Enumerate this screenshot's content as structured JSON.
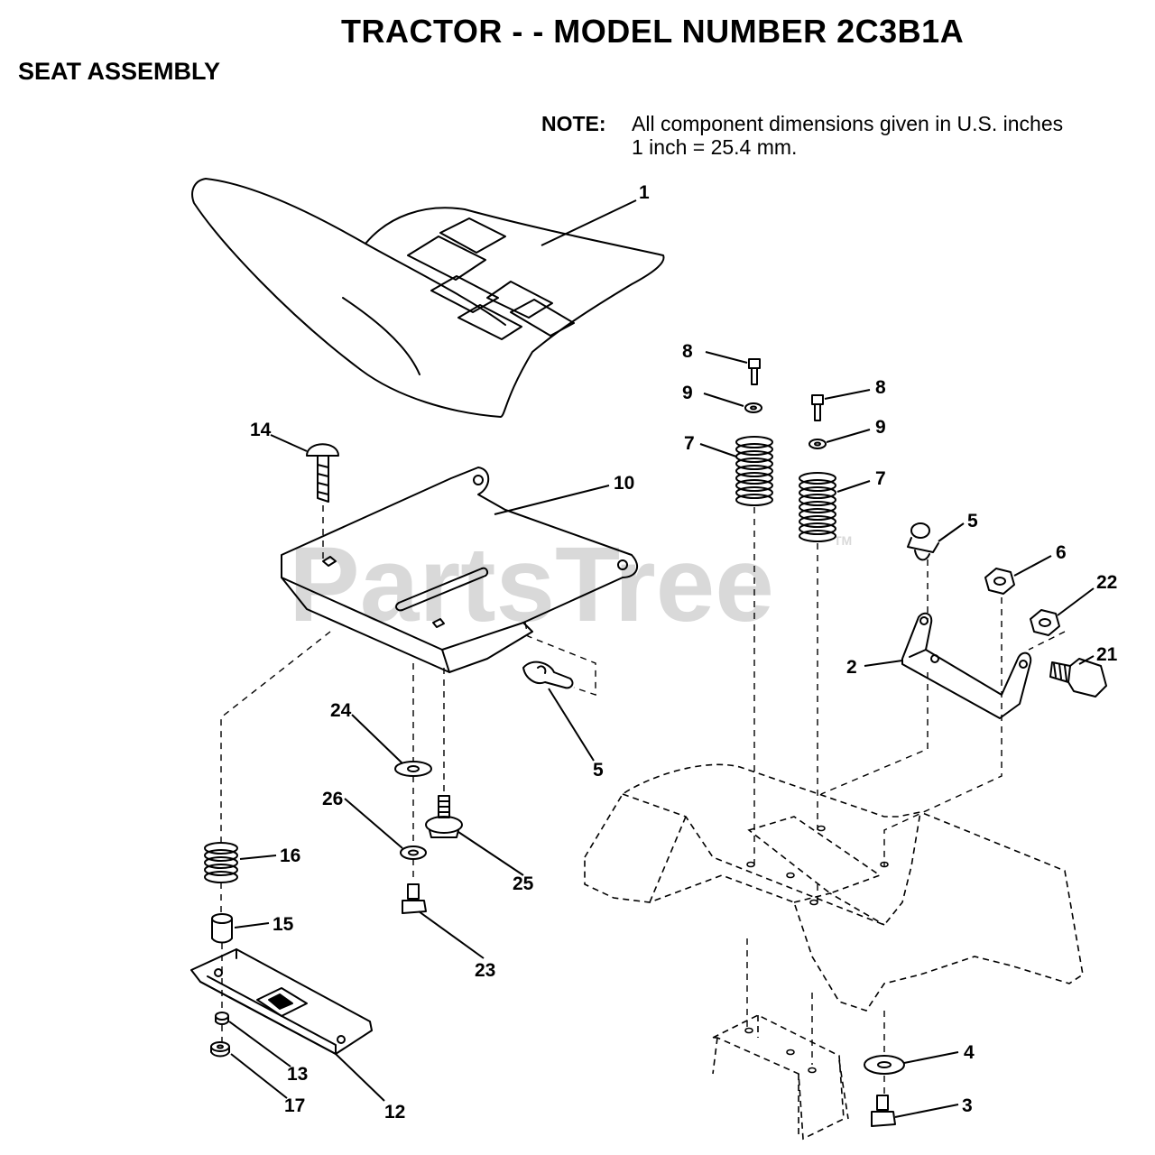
{
  "header": {
    "title": "TRACTOR - - MODEL NUMBER 2C3B1A",
    "subtitle": "SEAT ASSEMBLY",
    "note_label": "NOTE:",
    "note_line1": "All component dimensions given in U.S. inches",
    "note_line2": "1 inch = 25.4 mm."
  },
  "watermark": {
    "text": "PartsTree",
    "tm": "TM"
  },
  "callouts": {
    "c1": "1",
    "c2": "2",
    "c3": "3",
    "c4": "4",
    "c5a": "5",
    "c5b": "5",
    "c6": "6",
    "c7a": "7",
    "c7b": "7",
    "c8a": "8",
    "c8b": "8",
    "c9a": "9",
    "c9b": "9",
    "c10": "10",
    "c12": "12",
    "c13": "13",
    "c14": "14",
    "c15": "15",
    "c16": "16",
    "c17": "17",
    "c21": "21",
    "c22": "22",
    "c23": "23",
    "c24": "24",
    "c25": "25",
    "c26": "26"
  }
}
